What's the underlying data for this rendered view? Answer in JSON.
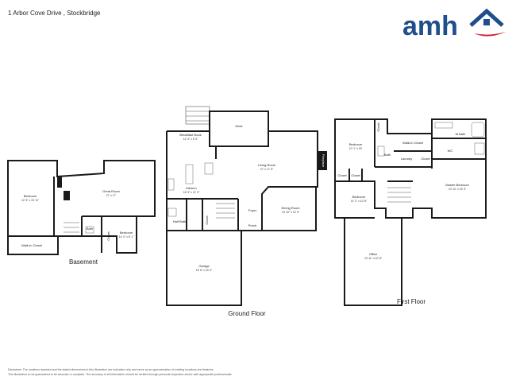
{
  "header": {
    "address": "1 Arbor Cove Drive , Stockbridge"
  },
  "logo": {
    "text": "amh",
    "brand_color": "#1f4e8c",
    "accent_color": "#d0202e"
  },
  "floors": {
    "basement": {
      "name": "Basement",
      "rooms": {
        "bedroom1": {
          "label": "Bedroom",
          "dim": "12' 3\" x 15' 11\""
        },
        "great_room": {
          "label": "Great Room",
          "dim": "27' x 17'"
        },
        "bath": {
          "label": "Bath"
        },
        "closet": {
          "label": "Closet"
        },
        "bedroom2": {
          "label": "Bedroom",
          "dim": "14' 4\" x 8' 1\""
        },
        "walkin": {
          "label": "Walk-In Closet"
        }
      }
    },
    "ground": {
      "name": "Ground Floor",
      "rooms": {
        "deck": {
          "label": "Deck"
        },
        "breakfast": {
          "label": "Breakfast Nook",
          "dim": "12' 3\" x 8' 3\""
        },
        "living": {
          "label": "Living Room",
          "dim": "27' x 17' 8\""
        },
        "fireplace": {
          "label": "Fireplace"
        },
        "kitchen": {
          "label": "Kitchen",
          "dim": "16' 3\" x 12' 3\""
        },
        "foyer": {
          "label": "Foyer"
        },
        "dining": {
          "label": "Dining Room",
          "dim": "13' 10\" x 13' 5\""
        },
        "half_bath": {
          "label": "Half Bath"
        },
        "closet": {
          "label": "Closet"
        },
        "porch": {
          "label": "Porch"
        },
        "garage": {
          "label": "Garage",
          "dim": "19' 8\" x 19' 4\""
        }
      }
    },
    "first": {
      "name": "First Floor",
      "rooms": {
        "bedroom1": {
          "label": "Bedroom",
          "dim": "10' 1\" x 15'"
        },
        "closet_top": {
          "label": "Closet"
        },
        "walkin": {
          "label": "Walk-In Closet"
        },
        "mbath": {
          "label": "M.Bath"
        },
        "wc": {
          "label": "WC"
        },
        "bath": {
          "label": "Bath"
        },
        "laundry": {
          "label": "Laundry"
        },
        "closet_mid": {
          "label": "Closet"
        },
        "closet_a": {
          "label": "Closet"
        },
        "closet_b": {
          "label": "Closet"
        },
        "bedroom2": {
          "label": "Bedroom",
          "dim": "14' 2\" x 10' 8\""
        },
        "master": {
          "label": "Master Bedroom",
          "dim": "13' 10\" x 16' 3\""
        },
        "office": {
          "label": "Office",
          "dim": "10' 11\" x 10' 8\""
        }
      }
    }
  },
  "disclaimer": {
    "line1": "Disclaimer: The locations depicted and the stated dimensions in this illustration are indicative only and serve as an approximation of existing locations and features.",
    "line2": "This illustration is not guaranteed to be accurate or complete. The accuracy of all information should be verified through personal inspection and/or with appropriate professionals."
  }
}
